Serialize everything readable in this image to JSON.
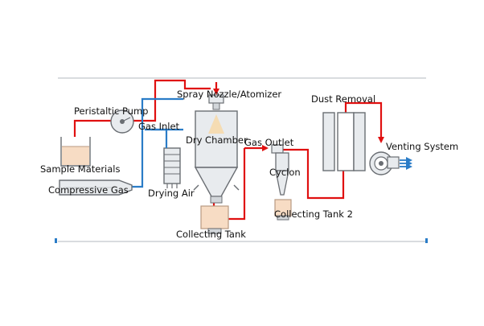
{
  "diagram": {
    "labels": {
      "peristaltic_pump": "Peristaltic Pump",
      "spray_nozzle": "Spray Nozzle/Atomizer",
      "gas_inlet": "Gas Inlet",
      "dry_chamber": "Dry Chamber",
      "gas_outlet": "Gas Outlet",
      "dust_removal": "Dust Removal",
      "venting_system": "Venting System",
      "sample_materials": "Sample Materials",
      "cyclon": "Cyclon",
      "compressive_gas": "Compressive Gas",
      "drying_air": "Drying Air",
      "collecting_tank_2": "Collecting Tank 2",
      "collecting_tank": "Collecting Tank"
    },
    "colors": {
      "hot_line": "#e01010",
      "cold_line": "#2a7cc7",
      "equipment_fill": "#e8ebee",
      "equipment_stroke": "#6a6e73",
      "tank_fill": "#f7dcc4",
      "frame": "#d9dcdf"
    }
  }
}
